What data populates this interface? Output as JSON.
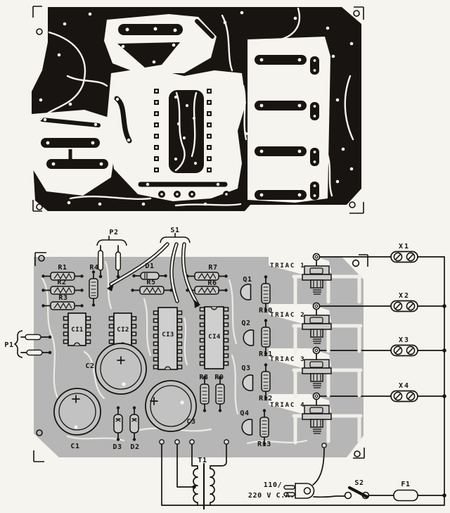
{
  "colors": {
    "paper": "#f6f4ee",
    "copper_black": "#171412",
    "component_board_gray": "#b6b6b6",
    "ink": "#16140f"
  },
  "labels": {
    "p1": "P1",
    "p2": "P2",
    "s1": "S1",
    "s2": "S2",
    "f1": "F1",
    "t1": "T1",
    "r1": "R1",
    "r2": "R2",
    "r3": "R3",
    "r4": "R4",
    "r5": "R5",
    "r6": "R6",
    "r7": "R7",
    "r8": "R8",
    "r9": "R9",
    "r10": "R10",
    "r11": "R11",
    "r12": "R12",
    "r13": "R13",
    "d1": "D1",
    "d2": "D2",
    "d3": "D3",
    "c1": "C1",
    "c2": "C2",
    "c3": "C3",
    "ci1": "CI1",
    "ci2": "CI2",
    "ci3": "CI3",
    "ci4": "CI4",
    "q1": "Q1",
    "q2": "Q2",
    "q3": "Q3",
    "q4": "Q4",
    "triac1": "TRIAC 1",
    "triac2": "TRIAC 2",
    "triac3": "TRIAC 3",
    "triac4": "TRIAC 4",
    "x1": "X1",
    "x2": "X2",
    "x3": "X3",
    "x4": "X4",
    "power_line1": "110/",
    "power_line2": "220 V C.A."
  }
}
